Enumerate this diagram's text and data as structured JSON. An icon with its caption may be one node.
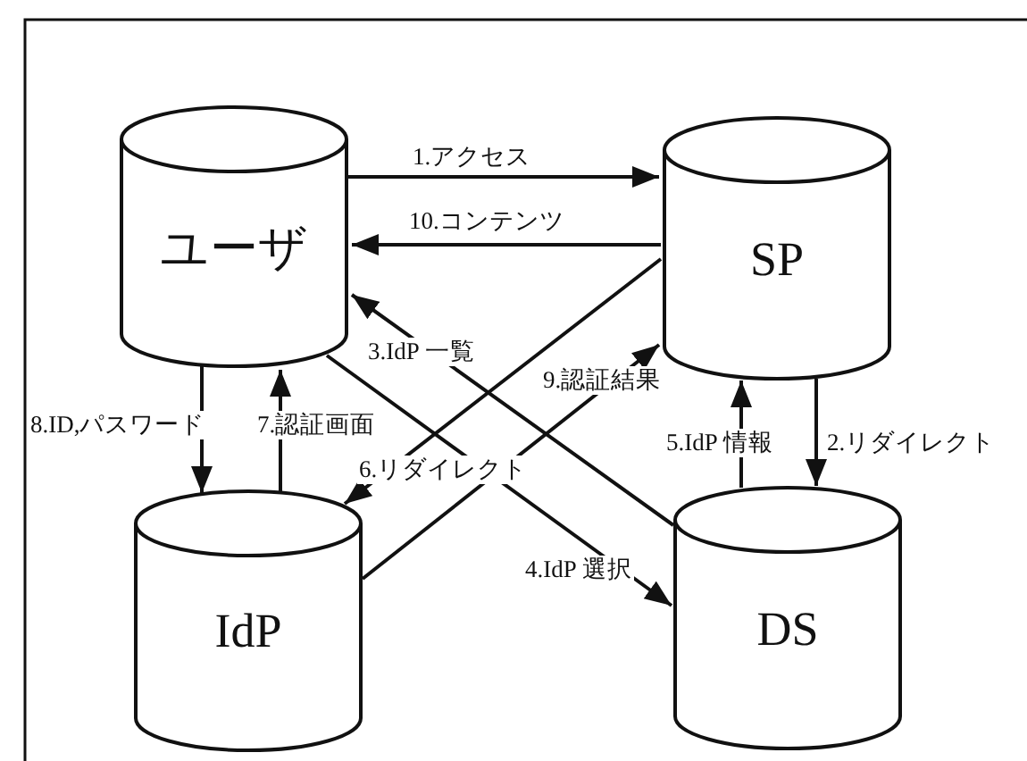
{
  "diagram": {
    "nodes": [
      {
        "text": [
          "ユーザ"
        ]
      },
      {
        "text": [
          "SP"
        ]
      },
      {
        "text": [
          "IdP"
        ]
      },
      {
        "text": [
          "DS"
        ]
      }
    ],
    "edges": [
      {
        "from": 0,
        "to": 1,
        "arrow": "to",
        "label": "1.アクセス"
      },
      {
        "from": 1,
        "to": 3,
        "arrow": "to",
        "label": "2.リダイレクト"
      },
      {
        "from": 3,
        "to": 0,
        "arrow": "to",
        "label": "3.IdP 一覧"
      },
      {
        "from": 0,
        "to": 3,
        "arrow": "to",
        "label": "4.IdP 選択"
      },
      {
        "from": 3,
        "to": 1,
        "arrow": "to",
        "label": "5.IdP 情報"
      },
      {
        "from": 1,
        "to": 2,
        "arrow": "to",
        "label": "6.リダイレクト"
      },
      {
        "from": 2,
        "to": 0,
        "arrow": "to",
        "label": "7.認証画面"
      },
      {
        "from": 0,
        "to": 2,
        "arrow": "to",
        "label": "8.ID,パスワード"
      },
      {
        "from": 2,
        "to": 1,
        "arrow": "to",
        "label": "9.認証結果"
      },
      {
        "from": 1,
        "to": 0,
        "arrow": "to",
        "label": "10.コンテンツ"
      }
    ]
  }
}
